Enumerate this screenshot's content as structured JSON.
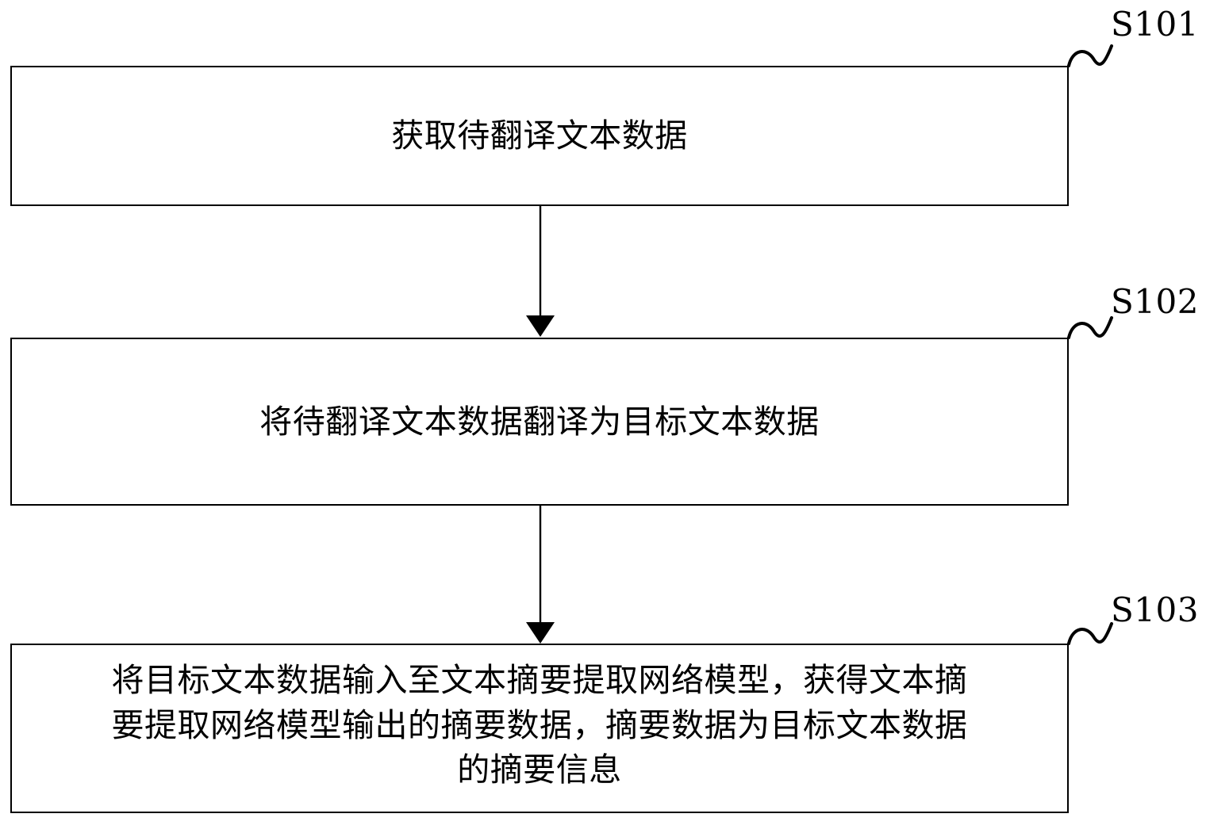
{
  "diagram": {
    "type": "flowchart",
    "orientation": "vertical",
    "background_color": "#ffffff",
    "line_color": "#000000",
    "steps": [
      {
        "id": "S101",
        "label": "S101",
        "text": "获取待翻译文本数据",
        "lines": [
          "获取待翻译文本数据"
        ]
      },
      {
        "id": "S102",
        "label": "S102",
        "text": "将待翻译文本数据翻译为目标文本数据",
        "lines": [
          "将待翻译文本数据翻译为目标文本数据"
        ]
      },
      {
        "id": "S103",
        "label": "S103",
        "text": "将目标文本数据输入至文本摘要提取网络模型，获得文本摘\n要提取网络模型输出的摘要数据，摘要数据为目标文本数据\n的摘要信息",
        "lines": [
          "将目标文本数据输入至文本摘要提取网络模型，获得文本摘",
          "要提取网络模型输出的摘要数据，摘要数据为目标文本数据",
          "的摘要信息"
        ]
      }
    ],
    "connectors": [
      {
        "from": "S101",
        "to": "S102",
        "arrow": "down-filled-triangle"
      },
      {
        "from": "S102",
        "to": "S103",
        "arrow": "down-filled-triangle"
      }
    ]
  }
}
